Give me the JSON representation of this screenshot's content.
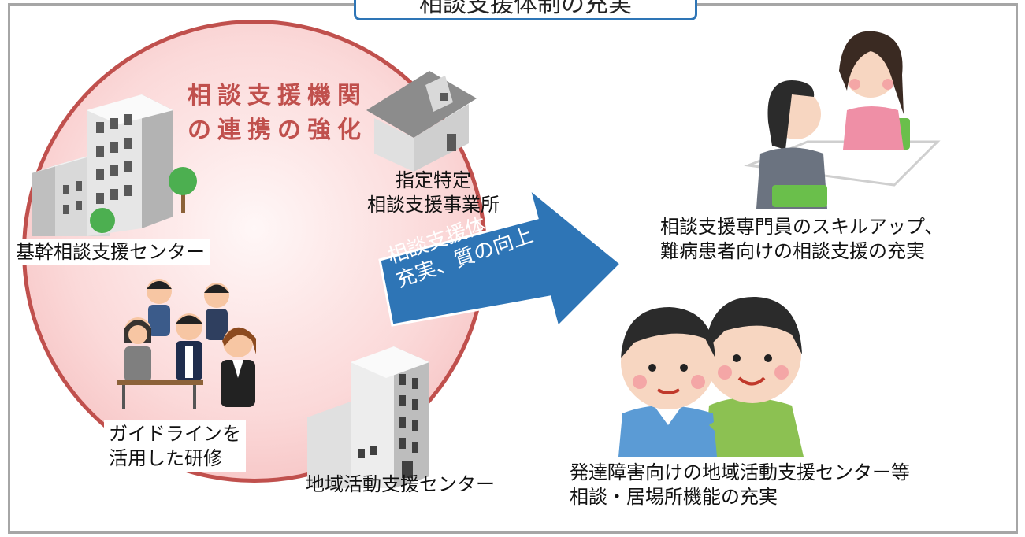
{
  "title": "相談支援体制の充実",
  "circle": {
    "title_line1": "相談支援機関",
    "title_line2": "の連携の強化"
  },
  "labels": {
    "base_center": "基幹相談支援センター",
    "designated_line1": "指定特定",
    "designated_line2": "相談支援事業所",
    "training_line1": "ガイドラインを",
    "training_line2": "活用した研修",
    "regional_center": "地域活動支援センター"
  },
  "arrow": {
    "line1": "相談支援体制の",
    "line2": "充実、質の向上"
  },
  "outcomes": {
    "top_line1": "相談支援専門員のスキルアップ、",
    "top_line2": "難病患者向けの相談支援の充実",
    "bottom_line1": "発達障害向けの地域活動支援センター等",
    "bottom_line2": "相談・居場所機能の充実"
  },
  "colors": {
    "circle_border": "#c0504d",
    "arrow_fill": "#2e75b6",
    "title_border": "#2e75b6",
    "frame": "#a6a6a6"
  }
}
